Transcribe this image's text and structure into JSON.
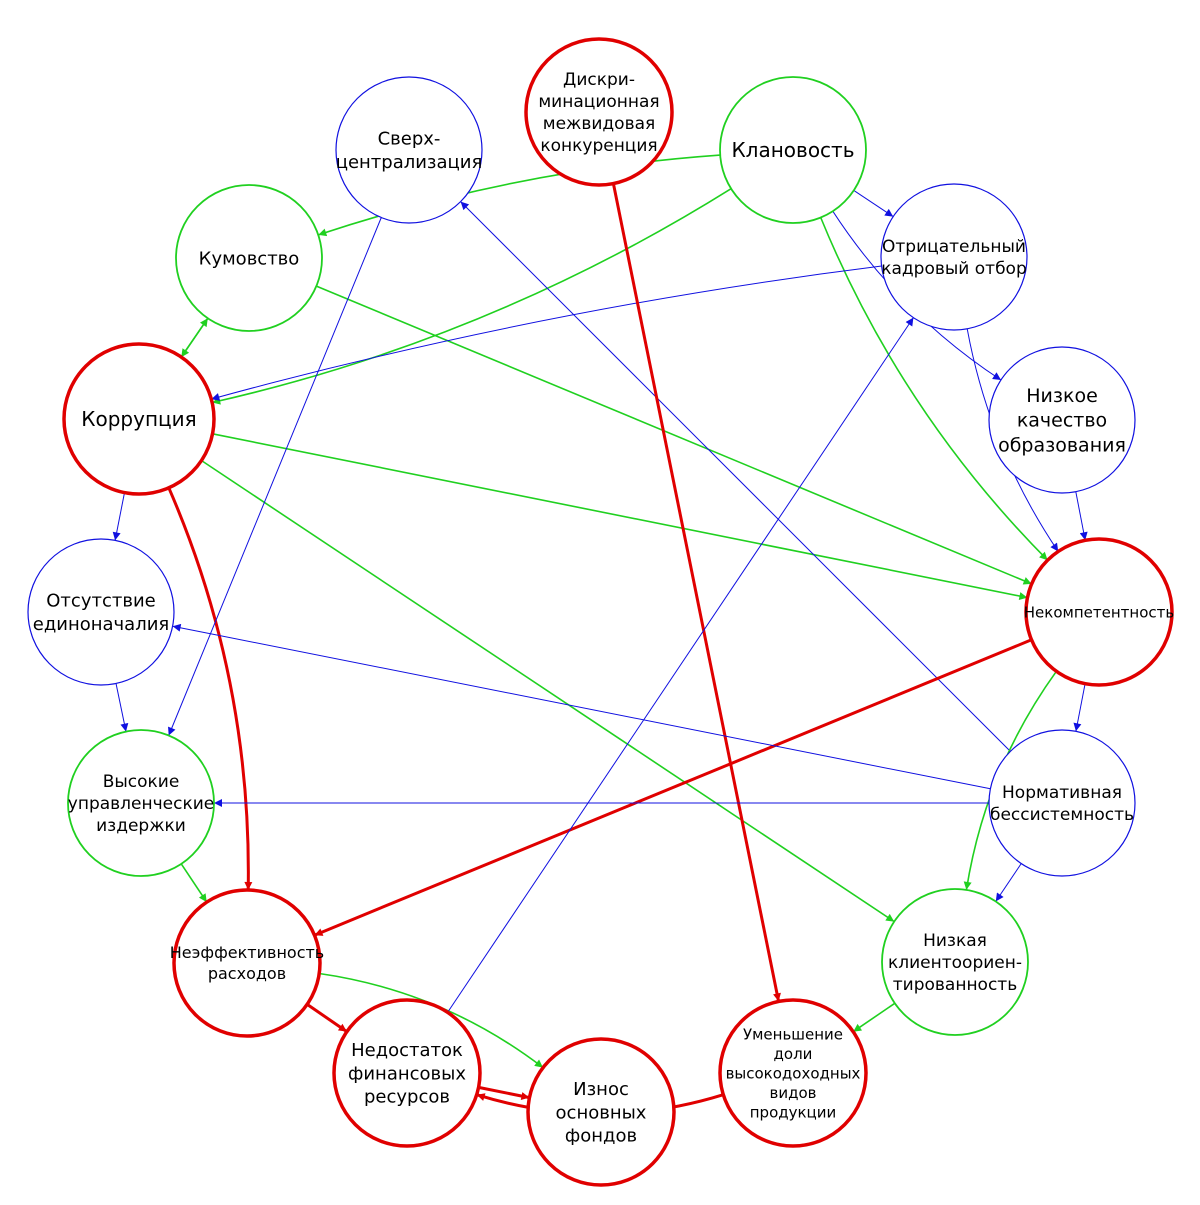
{
  "colors": {
    "red": "#e00000",
    "green": "#20d020",
    "blue": "#1010e0"
  },
  "nodes": [
    {
      "id": "diskrim",
      "lines": [
        "Дискри-",
        "минационная",
        "межвидовая",
        "конкуренция"
      ],
      "color": "red"
    },
    {
      "id": "sverkh",
      "lines": [
        "Сверх-",
        "централизация"
      ],
      "color": "blue"
    },
    {
      "id": "klan",
      "lines": [
        "Клановость"
      ],
      "color": "green"
    },
    {
      "id": "kumov",
      "lines": [
        "Кумовство"
      ],
      "color": "green"
    },
    {
      "id": "otric",
      "lines": [
        "Отрицательный",
        "кадровый отбор"
      ],
      "color": "blue"
    },
    {
      "id": "korrup",
      "lines": [
        "Коррупция"
      ],
      "color": "red"
    },
    {
      "id": "nizkoe",
      "lines": [
        "Низкое",
        "качество",
        "образования"
      ],
      "color": "blue"
    },
    {
      "id": "otsut",
      "lines": [
        "Отсутствие",
        "единоначалия"
      ],
      "color": "blue"
    },
    {
      "id": "nekomp",
      "lines": [
        "Некомпетентность"
      ],
      "color": "red"
    },
    {
      "id": "vysok",
      "lines": [
        "Высокие",
        "управленческие",
        "издержки"
      ],
      "color": "green"
    },
    {
      "id": "normat",
      "lines": [
        "Нормативная",
        "бессистемность"
      ],
      "color": "blue"
    },
    {
      "id": "neeff",
      "lines": [
        "Неэффективность",
        "расходов"
      ],
      "color": "red"
    },
    {
      "id": "nizkaya",
      "lines": [
        "Низкая",
        "клиентоориен-",
        "тированность"
      ],
      "color": "green"
    },
    {
      "id": "nedost",
      "lines": [
        "Недостаток",
        "финансовых",
        "ресурсов"
      ],
      "color": "red"
    },
    {
      "id": "iznos",
      "lines": [
        "Износ",
        "основных",
        "фондов"
      ],
      "color": "red"
    },
    {
      "id": "umen",
      "lines": [
        "Уменьшение",
        "доли",
        "высокодоходных",
        "видов",
        "продукции"
      ],
      "color": "red"
    }
  ],
  "edges": [
    {
      "from": "klan",
      "to": "otric",
      "color": "blue"
    },
    {
      "from": "klan",
      "to": "nizkoe",
      "color": "blue"
    },
    {
      "from": "klan",
      "to": "nekomp",
      "color": "green"
    },
    {
      "from": "klan",
      "to": "korrup",
      "color": "green"
    },
    {
      "from": "kumov",
      "to": "klan",
      "color": "green"
    },
    {
      "from": "klan",
      "to": "kumov",
      "color": "green"
    },
    {
      "from": "kumov",
      "to": "nekomp",
      "color": "green"
    },
    {
      "from": "kumov",
      "to": "korrup",
      "color": "green"
    },
    {
      "from": "korrup",
      "to": "kumov",
      "color": "green"
    },
    {
      "from": "otric",
      "to": "korrup",
      "color": "blue"
    },
    {
      "from": "korrup",
      "to": "otric",
      "color": "blue"
    },
    {
      "from": "otric",
      "to": "nekomp",
      "color": "blue"
    },
    {
      "from": "nizkoe",
      "to": "nekomp",
      "color": "blue"
    },
    {
      "from": "korrup",
      "to": "nekomp",
      "color": "green"
    },
    {
      "from": "korrup",
      "to": "otsut",
      "color": "blue"
    },
    {
      "from": "korrup",
      "to": "nizkaya",
      "color": "green"
    },
    {
      "from": "korrup",
      "to": "neeff",
      "color": "red"
    },
    {
      "from": "sverkh",
      "to": "vysok",
      "color": "blue"
    },
    {
      "from": "normat",
      "to": "sverkh",
      "color": "blue"
    },
    {
      "from": "diskrim",
      "to": "umen",
      "color": "red"
    },
    {
      "from": "nekomp",
      "to": "normat",
      "color": "blue"
    },
    {
      "from": "nekomp",
      "to": "neeff",
      "color": "red"
    },
    {
      "from": "nekomp",
      "to": "nizkaya",
      "color": "green"
    },
    {
      "from": "normat",
      "to": "otsut",
      "color": "blue"
    },
    {
      "from": "normat",
      "to": "vysok",
      "color": "blue"
    },
    {
      "from": "normat",
      "to": "nizkaya",
      "color": "blue"
    },
    {
      "from": "otsut",
      "to": "vysok",
      "color": "blue"
    },
    {
      "from": "vysok",
      "to": "neeff",
      "color": "green"
    },
    {
      "from": "neeff",
      "to": "nedost",
      "color": "red"
    },
    {
      "from": "neeff",
      "to": "iznos",
      "color": "green"
    },
    {
      "from": "nedost",
      "to": "iznos",
      "color": "red"
    },
    {
      "from": "nedost",
      "to": "otric",
      "color": "blue"
    },
    {
      "from": "umen",
      "to": "nedost",
      "color": "red"
    },
    {
      "from": "nizkaya",
      "to": "umen",
      "color": "green"
    }
  ]
}
